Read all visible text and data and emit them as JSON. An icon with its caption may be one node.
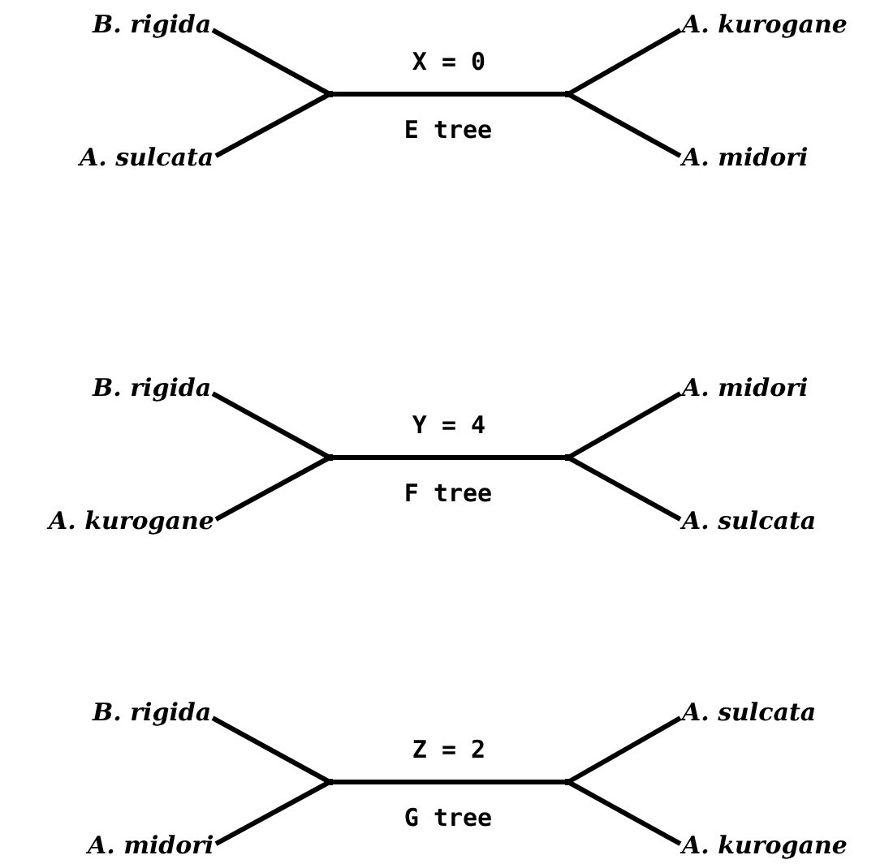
{
  "diagram": {
    "nodes": [
      {
        "text": [
          "B. rigida"
        ]
      },
      {
        "text": [
          "A. kurogane"
        ]
      },
      {
        "text": [],
        "shape": "point"
      },
      {
        "text": [],
        "shape": "point"
      },
      {
        "text": [
          "A. sulcata"
        ]
      },
      {
        "text": [
          "A. midori"
        ]
      },
      {
        "text": [
          "B. rigida"
        ]
      },
      {
        "text": [
          "A. midori"
        ]
      },
      {
        "text": [],
        "shape": "point"
      },
      {
        "text": [],
        "shape": "point"
      },
      {
        "text": [
          "A. kurogane"
        ]
      },
      {
        "text": [
          "A. sulcata"
        ]
      },
      {
        "text": [
          "B. rigida"
        ]
      },
      {
        "text": [
          "A. sulcata"
        ]
      },
      {
        "text": [],
        "shape": "point"
      },
      {
        "text": [],
        "shape": "point"
      },
      {
        "text": [
          "A. midori"
        ]
      },
      {
        "text": [
          "A. kurogane"
        ]
      }
    ],
    "edges": [
      {
        "from": 0,
        "to": 2,
        "arrow": "none"
      },
      {
        "from": 4,
        "to": 2,
        "arrow": "none"
      },
      {
        "from": 2,
        "to": 3,
        "arrow": "none",
        "label": "X = 0"
      },
      {
        "from": 3,
        "to": 1,
        "arrow": "none"
      },
      {
        "from": 3,
        "to": 5,
        "arrow": "none"
      },
      {
        "from": 6,
        "to": 8,
        "arrow": "none"
      },
      {
        "from": 10,
        "to": 8,
        "arrow": "none"
      },
      {
        "from": 8,
        "to": 9,
        "arrow": "none",
        "label": "Y = 4"
      },
      {
        "from": 9,
        "to": 7,
        "arrow": "none"
      },
      {
        "from": 9,
        "to": 11,
        "arrow": "none"
      },
      {
        "from": 12,
        "to": 14,
        "arrow": "none"
      },
      {
        "from": 16,
        "to": 14,
        "arrow": "none"
      },
      {
        "from": 14,
        "to": 15,
        "arrow": "none",
        "label": "Z = 2"
      },
      {
        "from": 15,
        "to": 13,
        "arrow": "none"
      },
      {
        "from": 15,
        "to": 17,
        "arrow": "none"
      }
    ],
    "labels": [
      "E tree",
      "F tree",
      "G tree"
    ]
  }
}
